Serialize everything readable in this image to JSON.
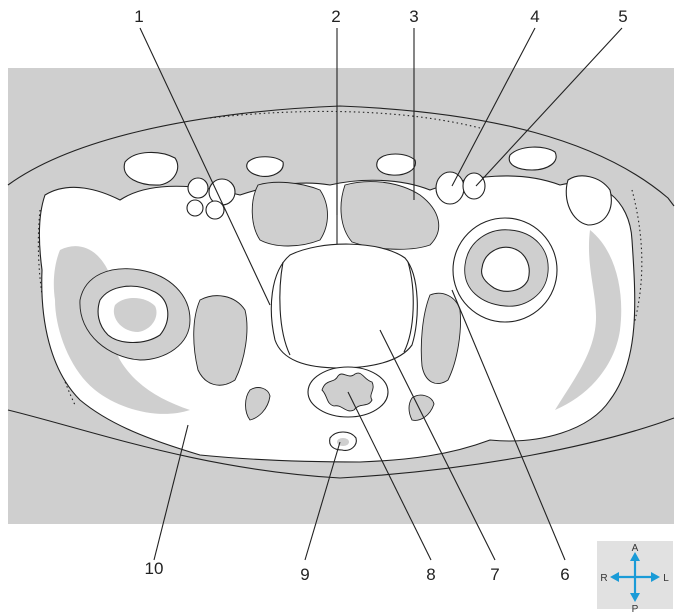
{
  "labels": [
    "1",
    "2",
    "3",
    "4",
    "5",
    "6",
    "7",
    "8",
    "9",
    "10"
  ],
  "orientation": {
    "anterior": "A",
    "posterior": "P",
    "right": "R",
    "left": "L"
  },
  "colors": {
    "background": "#cfcfcf",
    "tissue": "#ffffff",
    "outline": "#222222",
    "compass_arrow": "#1a9bd7",
    "compass_box": "#e1e1e1"
  },
  "icons": {
    "compass": "orientation-compass-icon"
  }
}
